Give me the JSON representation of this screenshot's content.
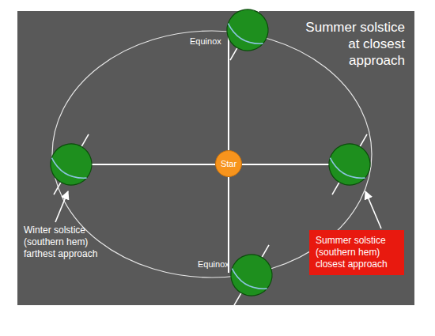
{
  "diagram": {
    "title": "Summer solstice at closest approach",
    "nodes": [
      {
        "text": [
          "Star"
        ]
      },
      {
        "text": [
          "Summer solstice (southern hem) closest approach"
        ]
      }
    ],
    "labels": [
      "Equinox",
      "Winter solstice (southern hem) farthest approach",
      "Equinox"
    ]
  }
}
